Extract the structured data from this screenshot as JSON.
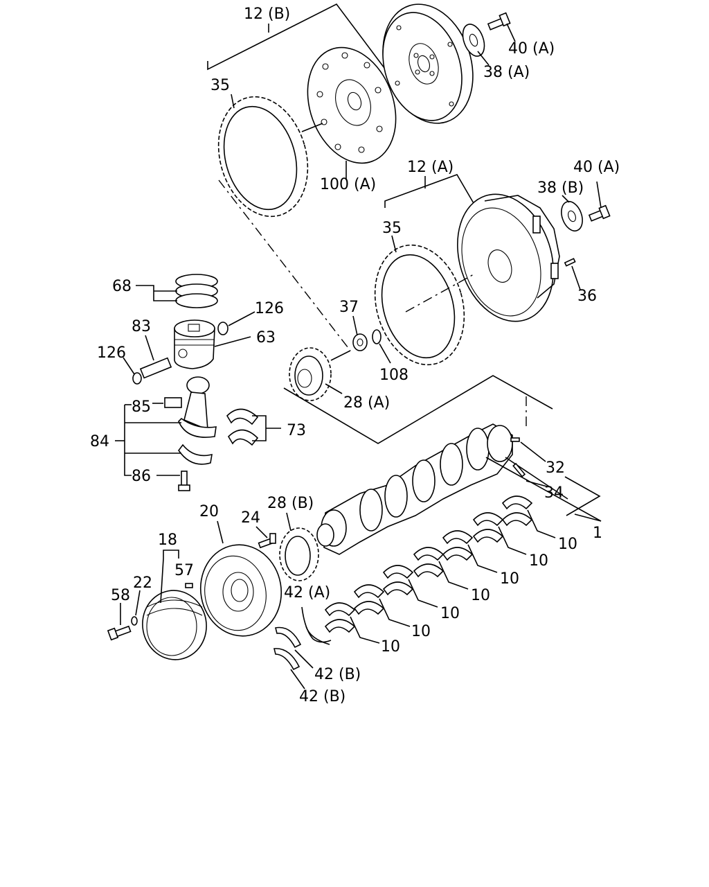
{
  "labels": {
    "l12b": "12 (B)",
    "l40a_top": "40 (A)",
    "l38a": "38 (A)",
    "l35_top": "35",
    "l100a": "100 (A)",
    "l12a": "12 (A)",
    "l40a_right": "40 (A)",
    "l38b": "38 (B)",
    "l35_mid": "35",
    "l36": "36",
    "l68": "68",
    "l126_top": "126",
    "l83": "83",
    "l63": "63",
    "l126_left": "126",
    "l37": "37",
    "l108": "108",
    "l28a": "28 (A)",
    "l85": "85",
    "l84": "84",
    "l73": "73",
    "l86": "86",
    "l32": "32",
    "l34": "34",
    "l1": "1",
    "l20": "20",
    "l24": "24",
    "l28b": "28 (B)",
    "l18": "18",
    "l57": "57",
    "l58": "58",
    "l22": "22",
    "l42a": "42 (A)",
    "l42b_1": "42 (B)",
    "l42b_2": "42 (B)",
    "l10_1": "10",
    "l10_2": "10",
    "l10_3": "10",
    "l10_4": "10",
    "l10_5": "10",
    "l10_6": "10",
    "l10_7": "10"
  }
}
